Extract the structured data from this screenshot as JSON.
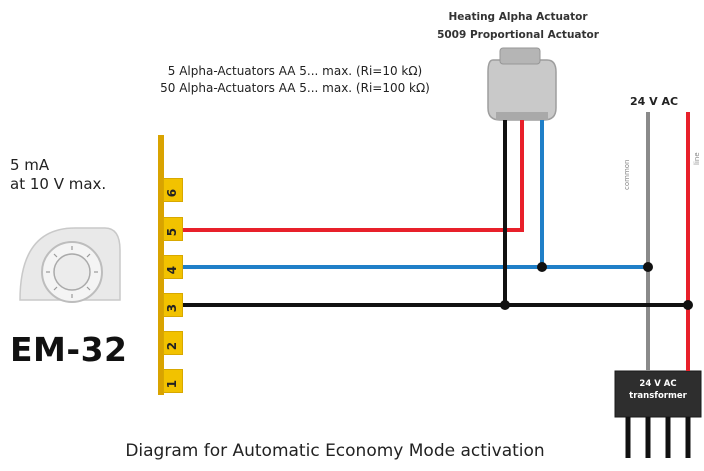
{
  "actuator": {
    "title_line1": "Heating Alpha Actuator",
    "title_line2": "5009 Proportional Actuator"
  },
  "notes": {
    "line1": "5 Alpha-Actuators AA 5... max.  (Ri=10 kΩ)",
    "line2": "50 Alpha-Actuators AA 5... max. (Ri=100 kΩ)"
  },
  "controller": {
    "current_line1": "5 mA",
    "current_line2": "at 10 V max.",
    "model": "EM-32",
    "terminals": [
      "6",
      "5",
      "4",
      "3",
      "2",
      "1"
    ]
  },
  "supply": {
    "voltage": "24 V AC",
    "common_label": "common",
    "line_label": "line",
    "transformer_line1": "24 V AC",
    "transformer_line2": "transformer"
  },
  "caption": "Diagram for Automatic Economy Mode activation",
  "colors": {
    "red_wire": "#e8202a",
    "blue_wire": "#1f7fc8",
    "black_wire": "#111111",
    "gray_wire": "#8a8a8a",
    "terminal": "#f2c200"
  }
}
